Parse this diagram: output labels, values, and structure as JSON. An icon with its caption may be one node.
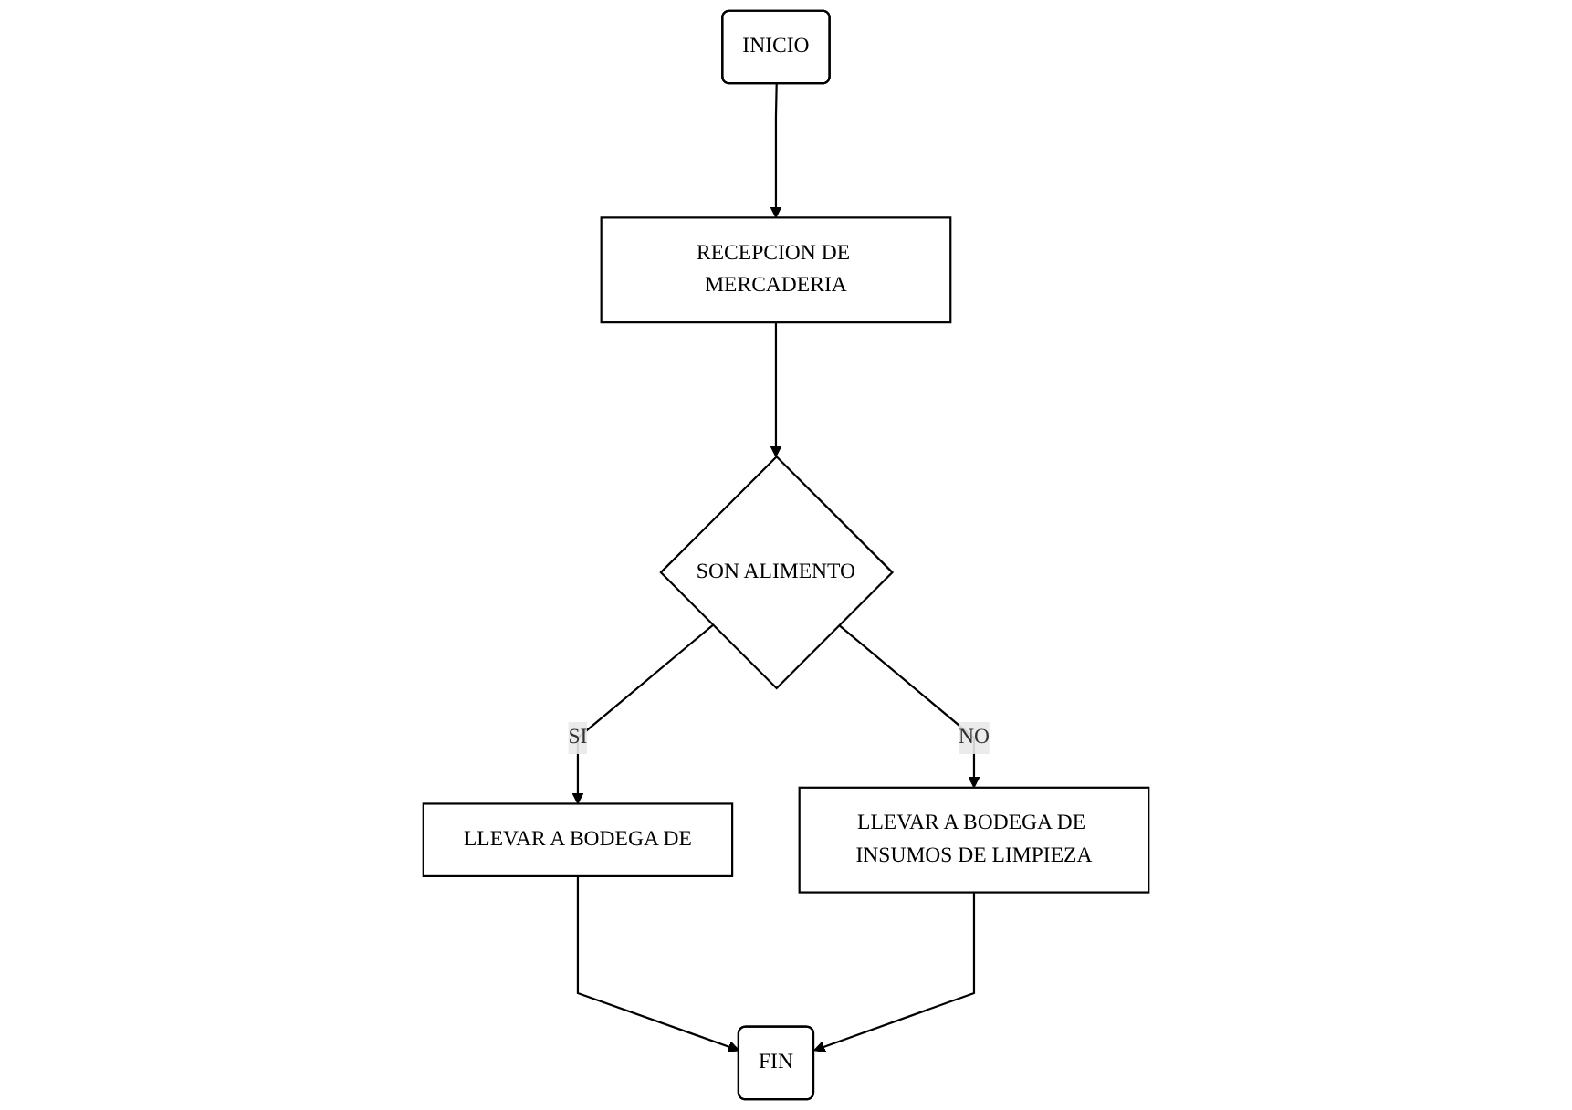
{
  "diagram": {
    "nodes": [
      {
        "text": [
          "INICIO"
        ]
      },
      {
        "text": [
          "RECEPCION DE MERCADERIA"
        ]
      },
      {
        "text": [
          "SON ALIMENTO"
        ]
      },
      {
        "text": [
          "LLEVAR A BODEGA DE"
        ]
      },
      {
        "text": [
          "LLEVAR A BODEGA DE INSUMOS DE LIMPIEZA"
        ]
      },
      {
        "text": [
          "FIN"
        ]
      }
    ],
    "edges": [
      {
        "from": 0,
        "to": 1,
        "arrow": "to"
      },
      {
        "from": 1,
        "to": 2,
        "arrow": "to"
      },
      {
        "from": 2,
        "to": 3,
        "label": "SI",
        "arrow": "to"
      },
      {
        "from": 2,
        "to": 4,
        "label": "NO",
        "arrow": "to"
      },
      {
        "from": 3,
        "to": 5,
        "arrow": "to"
      },
      {
        "from": 4,
        "to": 5,
        "arrow": "to"
      }
    ]
  }
}
